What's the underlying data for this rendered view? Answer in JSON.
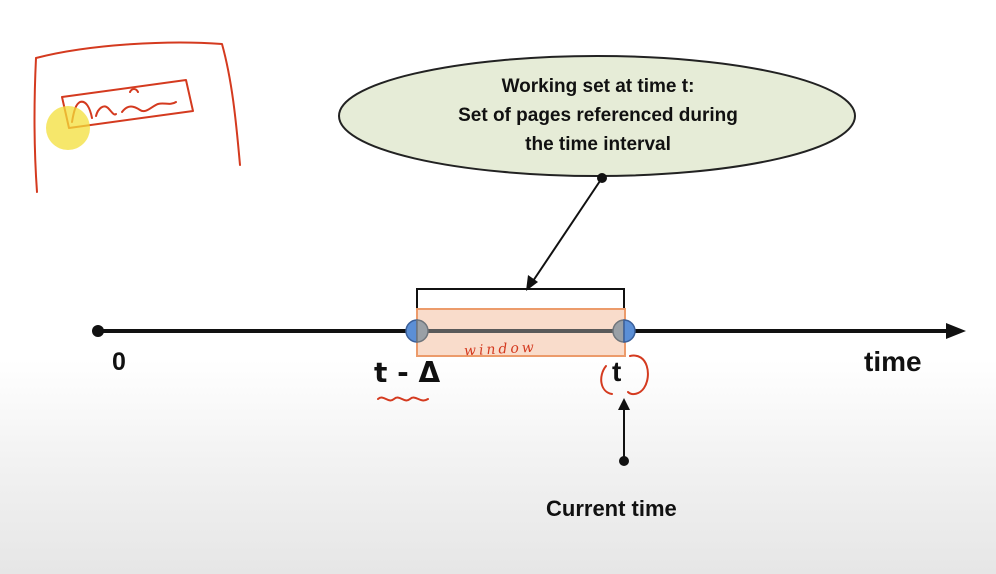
{
  "callout": {
    "line1": "Working set at time t:",
    "line2": "Set of pages referenced during",
    "line3": "the time interval"
  },
  "axis": {
    "origin_label": "0",
    "axis_label": "time",
    "window_start_label": "t - Δ",
    "window_end_label": "t",
    "current_time_label": "Current time"
  },
  "annotation": {
    "window_scribble": "window"
  },
  "colors": {
    "callout_fill": "#e6ecd7",
    "window_fill": "#f9dccb",
    "window_border": "#ec9b6b",
    "endpoint_start": "#5b8fd6",
    "endpoint_end": "#9aa0a6",
    "ink": "#d43a1f",
    "highlight": "#f3df3a"
  }
}
